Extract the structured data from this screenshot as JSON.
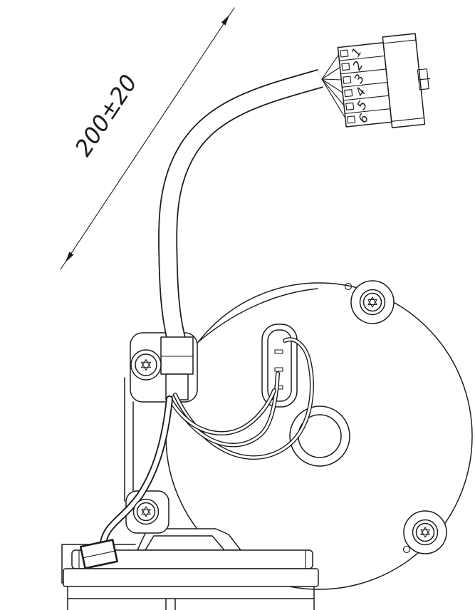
{
  "drawing": {
    "dimension_label": "200±20",
    "connector_pin_labels": [
      "1",
      "2",
      "3",
      "4",
      "5",
      "6"
    ]
  },
  "colors": {
    "line": "#1c1c1c",
    "background": "#ffffff"
  }
}
